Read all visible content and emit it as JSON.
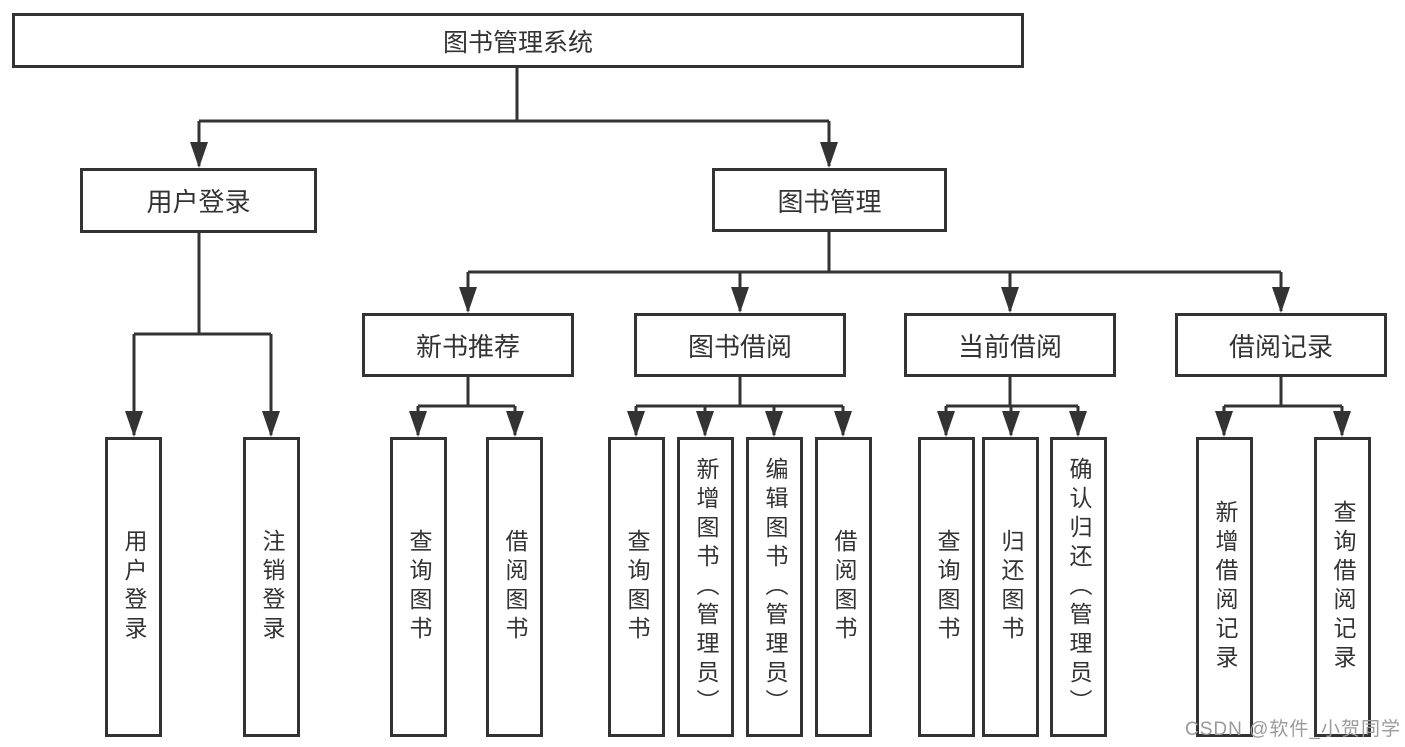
{
  "colors": {
    "line": "#333333",
    "text": "#333333",
    "box_fill": "#ffffff",
    "watermark": "#9b9b9b"
  },
  "watermark": {
    "text": "CSDN @软件_小贺同学"
  },
  "diagram": {
    "root": {
      "label": "图书管理系统"
    },
    "level2": [
      {
        "label": "用户登录"
      },
      {
        "label": "图书管理"
      }
    ],
    "level3": [
      {
        "label": "新书推荐"
      },
      {
        "label": "图书借阅"
      },
      {
        "label": "当前借阅"
      },
      {
        "label": "借阅记录"
      }
    ],
    "leaves": [
      {
        "label": "用户登录",
        "parent": "用户登录"
      },
      {
        "label": "注销登录",
        "parent": "用户登录"
      },
      {
        "label": "查询图书",
        "parent": "新书推荐"
      },
      {
        "label": "借阅图书",
        "parent": "新书推荐"
      },
      {
        "label": "查询图书",
        "parent": "图书借阅"
      },
      {
        "label": "新增图书（管理员）",
        "parent": "图书借阅"
      },
      {
        "label": "编辑图书（管理员）",
        "parent": "图书借阅"
      },
      {
        "label": "借阅图书",
        "parent": "图书借阅"
      },
      {
        "label": "查询图书",
        "parent": "当前借阅"
      },
      {
        "label": "归还图书",
        "parent": "当前借阅"
      },
      {
        "label": "确认归还（管理员）",
        "parent": "当前借阅"
      },
      {
        "label": "新增借阅记录",
        "parent": "借阅记录"
      },
      {
        "label": "查询借阅记录",
        "parent": "借阅记录"
      }
    ],
    "hierarchy": {
      "图书管理系统": [
        "用户登录",
        "图书管理"
      ],
      "用户登录": [
        "用户登录",
        "注销登录"
      ],
      "图书管理": [
        "新书推荐",
        "图书借阅",
        "当前借阅",
        "借阅记录"
      ]
    }
  }
}
